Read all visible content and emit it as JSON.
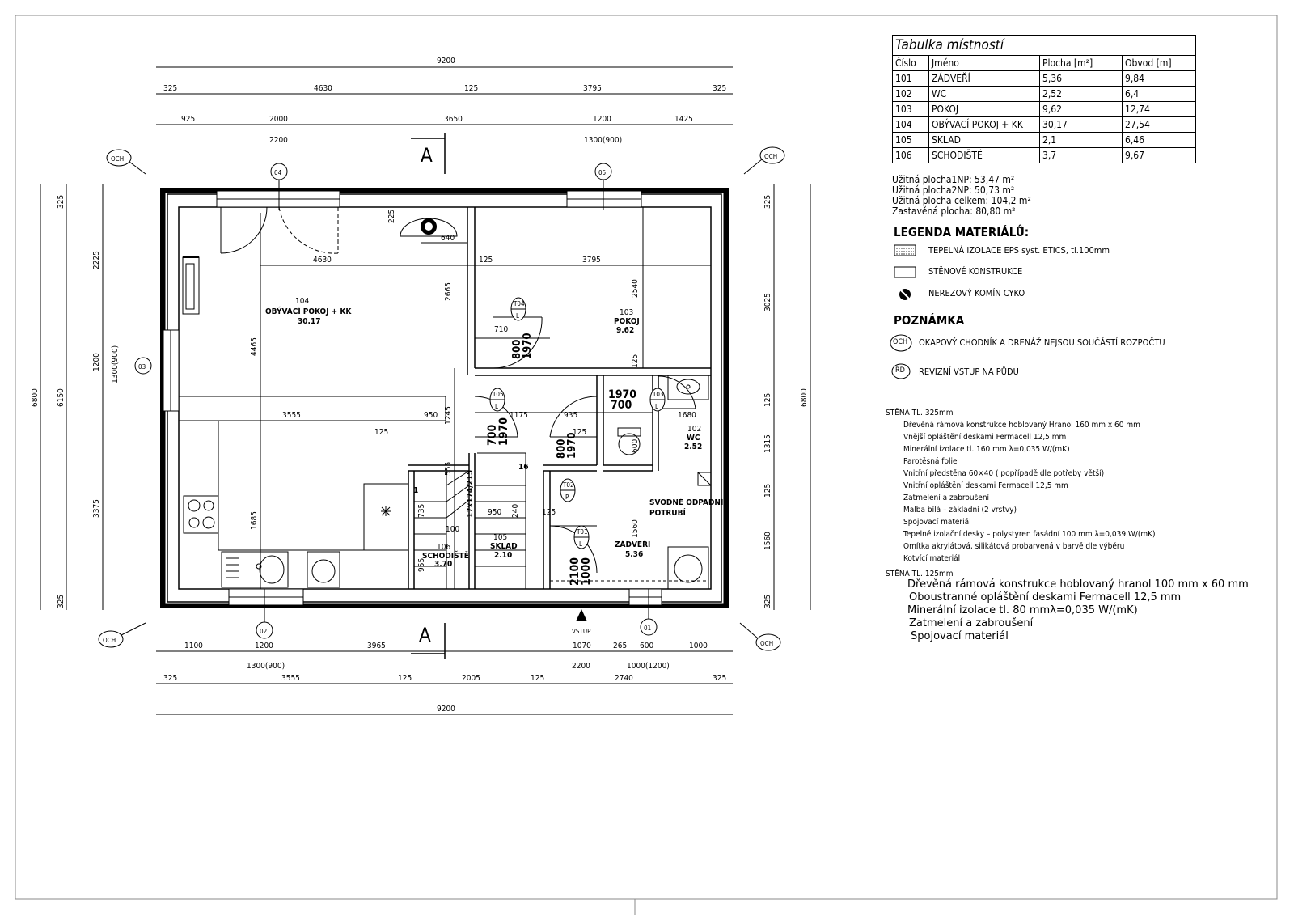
{
  "room_table": {
    "title": "Tabulka místností",
    "headers": [
      "Číslo",
      "Jméno",
      "Plocha [m²]",
      "Obvod [m]"
    ],
    "rows": [
      [
        "101",
        "ZÁDVEŘÍ",
        "5,36",
        "9,84"
      ],
      [
        "102",
        "WC",
        "2,52",
        "6,4"
      ],
      [
        "103",
        "POKOJ",
        "9,62",
        "12,74"
      ],
      [
        "104",
        "OBÝVACÍ POKOJ + KK",
        "30,17",
        "27,54"
      ],
      [
        "105",
        "SKLAD",
        "2,1",
        "6,46"
      ],
      [
        "106",
        "SCHODIŠTĚ",
        "3,7",
        "9,67"
      ]
    ]
  },
  "areas": [
    "Užitná plocha1NP: 53,47 m²",
    "Užitná plocha2NP: 50,73 m²",
    "Užitná plocha celkem: 104,2 m²",
    "Zastavěná plocha: 80,80 m²"
  ],
  "legend": {
    "title": "LEGENDA MATERIÁLŮ:",
    "items": [
      "TEPELNÁ IZOLACE EPS syst. ETICS, tl.100mm",
      "STĚNOVÉ KONSTRUKCE",
      "NEREZOVÝ KOMÍN CYKO"
    ]
  },
  "note": {
    "title": "POZNÁMKA",
    "items": [
      {
        "tag": "OCH",
        "text": "OKAPOVÝ CHODNÍK A DRENÁŽ NEJSOU SOUČÁSTÍ ROZPOČTU"
      },
      {
        "tag": "RD",
        "text": "REVIZNÍ VSTUP NA PŮDU"
      }
    ]
  },
  "wall325": {
    "title": "STĚNA TL. 325mm",
    "lines": [
      "Dřevěná rámová konstrukce hoblovaný Hranol 160 mm x 60 mm",
      "Vnější opláštění deskami Fermacell 12,5 mm",
      "Minerální izolace tl. 160 mm λ=0,035 W/(mK)",
      "Parotěsná folie",
      "Vnitřní předstěna 60×40 ( popřípadě dle potřeby větší)",
      "Vnitřní opláštění deskami Fermacell 12,5 mm",
      "Zatmelení a zabroušení",
      "Malba bílá – základní (2 vrstvy)",
      "Spojovací materiál",
      "Tepelně izolační desky – polystyren fasádní 100 mm λ=0,039 W/(mK)",
      "Omítka akrylátová, silikátová probarvená v barvě dle výběru",
      "Kotvící materiál"
    ]
  },
  "wall125": {
    "title": "STĚNA TL. 125mm",
    "lines": [
      "Dřevěná rámová konstrukce hoblovaný hranol 100 mm x 60 mm",
      "Oboustranné opláštění deskami Fermacell 12,5 mm",
      "Minerální izolace tl. 80 mmλ=0,035 W/(mK)",
      "Zatmelení a zabroušení",
      "Spojovací materiál"
    ]
  },
  "plan": {
    "section_mark": "A",
    "entry_label": "VSTUP",
    "corner_tag": "OCH",
    "riser_label": "SVODNÉ ODPADNÍ\nPOTRUBÍ",
    "axis_tags": [
      "04",
      "05",
      "03",
      "02",
      "01"
    ],
    "rooms": [
      {
        "no": "104",
        "name": "OBÝVACÍ POKOJ + KK",
        "area": "30.17"
      },
      {
        "no": "103",
        "name": "POKOJ",
        "area": "9.62"
      },
      {
        "no": "102",
        "name": "WC",
        "area": "2.52"
      },
      {
        "no": "106",
        "name": "SCHODIŠTĚ",
        "area": "3.70"
      },
      {
        "no": "105",
        "name": "SKLAD",
        "area": "2.10"
      },
      {
        "no": "101",
        "name": "ZÁDVEŘÍ",
        "area": "5.36"
      }
    ],
    "doors": [
      {
        "tag": "T04",
        "side": "L",
        "size": "800\n1970"
      },
      {
        "tag": "T05",
        "side": "L",
        "size": "700\n1970"
      },
      {
        "tag": "T03",
        "side": "L",
        "size": "1970\n700"
      },
      {
        "tag": "T02",
        "side": "P",
        "size": "800\n1970"
      },
      {
        "tag": "T01",
        "side": "L",
        "size": "2100\n1000"
      }
    ],
    "stair_label": "17x174/215",
    "stair_steps": [
      "1",
      "16"
    ],
    "dims_top_1": [
      "9200"
    ],
    "dims_top_2": [
      "325",
      "4630",
      "125",
      "3795",
      "325"
    ],
    "dims_top_3": [
      "925",
      "2000",
      "3650",
      "1200",
      "1425"
    ],
    "dims_top_4": [
      "2200",
      "1300(900)"
    ],
    "dims_bottom_1": [
      "1100",
      "1200",
      "3965",
      "1070",
      "265",
      "600",
      "1000"
    ],
    "dims_bottom_2": [
      "1300(900)",
      "2200",
      "1000(1200)"
    ],
    "dims_bottom_3": [
      "325",
      "3555",
      "125",
      "2005",
      "125",
      "2740",
      "325"
    ],
    "dims_bottom_4": [
      "9200"
    ],
    "dims_left_1": [
      "6800"
    ],
    "dims_left_2": [
      "6150"
    ],
    "dims_left_3": [
      "325",
      "2225",
      "1200",
      "1300(900)",
      "3375",
      "325"
    ],
    "dims_right_1": [
      "325",
      "3025",
      "125",
      "1315",
      "125",
      "1560",
      "325"
    ],
    "dims_right_2": [
      "6800"
    ],
    "dims_inner": [
      "225",
      "640",
      "4630",
      "125",
      "3795",
      "2665",
      "2540",
      "4465",
      "710",
      "3555",
      "950",
      "1245",
      "1175",
      "935",
      "1680",
      "125",
      "125",
      "125",
      "555",
      "735",
      "100",
      "950",
      "240",
      "125",
      "955",
      "1685",
      "1560",
      "600"
    ]
  }
}
